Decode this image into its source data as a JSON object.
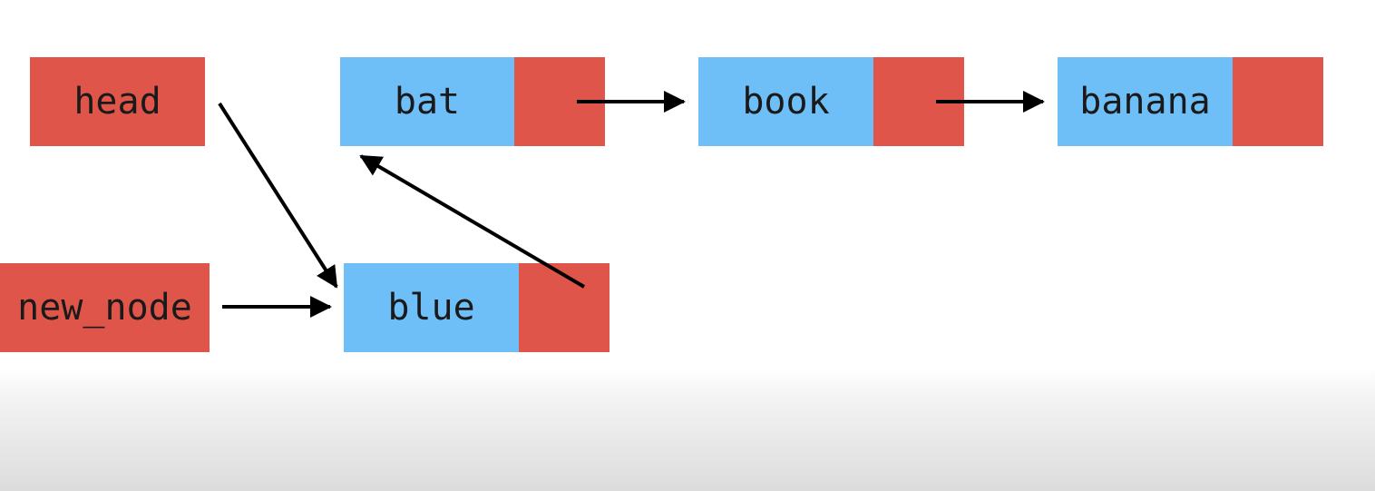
{
  "colors": {
    "value_cell": "#6ebff8",
    "pointer_cell": "#e0554a",
    "arrow": "#000000"
  },
  "pointers": {
    "head": "head",
    "new_node": "new_node"
  },
  "nodes": {
    "bat": "bat",
    "book": "book",
    "banana": "banana",
    "blue": "blue"
  }
}
